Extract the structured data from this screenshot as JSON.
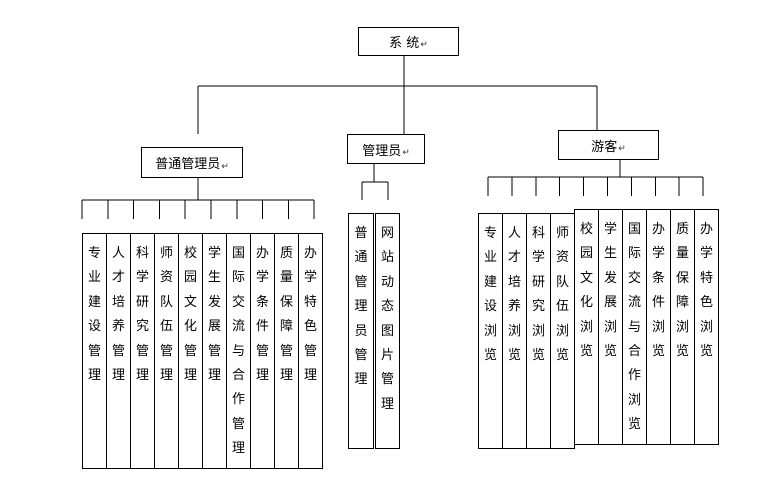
{
  "root": {
    "label": "系 统",
    "mark": "↵"
  },
  "groups": {
    "normal_admin": {
      "label": "普通管理员",
      "mark": "↵",
      "items": [
        "专业建设管理",
        "人才培养管理",
        "科学研究管理",
        "师资队伍管理",
        "校园文化管理",
        "学生发展管理",
        "国际交流与合作管理",
        "办学条件管理",
        "质量保障管理",
        "办学特色管理"
      ]
    },
    "admin": {
      "label": "管理员",
      "mark": "↵",
      "items": [
        "普通管理员管理",
        "网站动态图片管理"
      ]
    },
    "visitor": {
      "label": "游客",
      "mark": "↵",
      "items": [
        "专业建设浏览",
        "人才培养浏览",
        "科学研究浏览",
        "师资队伍浏览",
        "校园文化浏览",
        "学生发展浏览",
        "国际交流与合作浏览",
        "办学条件浏览",
        "质量保障浏览",
        "办学特色浏览"
      ]
    }
  }
}
